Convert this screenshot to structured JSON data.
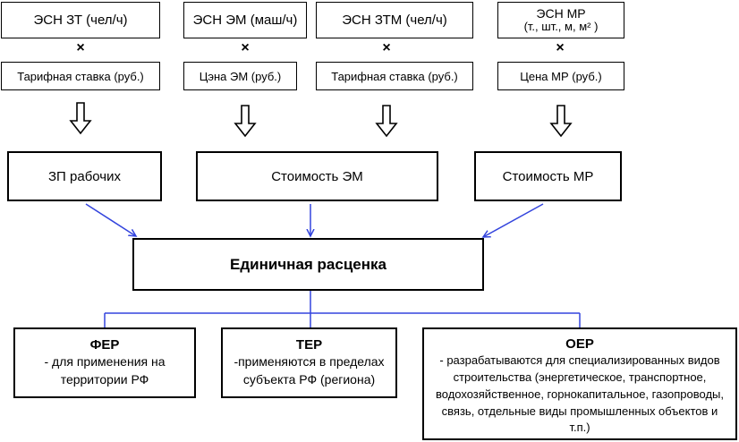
{
  "top_row": [
    {
      "text": "ЭСН ЗТ (чел/ч)"
    },
    {
      "text": "ЭСН ЭМ (маш/ч)"
    },
    {
      "text": "ЭСН ЗТМ (чел/ч)"
    },
    {
      "line1": "ЭСН МР",
      "line2": "(т., шт., м, м² )"
    }
  ],
  "multiply_symbol": "×",
  "second_row": [
    {
      "text": "Тарифная ставка (руб.)"
    },
    {
      "text": "Цэна ЭМ (руб.)"
    },
    {
      "text": "Тарифная ставка (руб.)"
    },
    {
      "text": "Цена МР (руб.)"
    }
  ],
  "result_row": [
    {
      "text": "ЗП рабочих"
    },
    {
      "text": "Стоимость ЭМ"
    },
    {
      "text": "Стоимость МР"
    }
  ],
  "center": {
    "text": "Единичная расценка"
  },
  "bottom": [
    {
      "title": "ФЕР",
      "line1": "- для применения на",
      "line2": "территории РФ"
    },
    {
      "title": "ТЕР",
      "line1": "-применяются в пределах",
      "line2": "субъекта РФ (региона)"
    },
    {
      "title": "ОЕР",
      "lines": [
        "- разрабатываются для специализированных видов",
        "строительства (энергетическое, транспортное,",
        "водохозяйственное, горнокапитальное, газопроводы,",
        "связь, отдельные виды промышленных объектов и",
        "т.п.)"
      ]
    }
  ],
  "colors": {
    "arrow_blue": "#3344dd",
    "border": "#000000"
  }
}
